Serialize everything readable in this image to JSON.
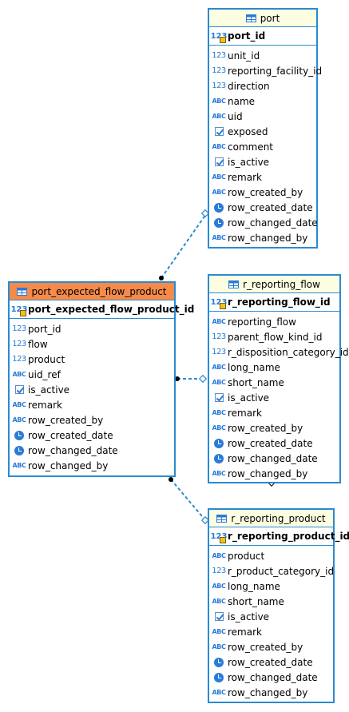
{
  "entities": [
    {
      "id": "port",
      "name": "port",
      "primary": false,
      "pk": "port_id",
      "columns": [
        {
          "name": "unit_id",
          "type": "num"
        },
        {
          "name": "reporting_facility_id",
          "type": "num"
        },
        {
          "name": "direction",
          "type": "num"
        },
        {
          "name": "name",
          "type": "abc"
        },
        {
          "name": "uid",
          "type": "abc"
        },
        {
          "name": "exposed",
          "type": "check"
        },
        {
          "name": "comment",
          "type": "abc"
        },
        {
          "name": "is_active",
          "type": "check"
        },
        {
          "name": "remark",
          "type": "abc"
        },
        {
          "name": "row_created_by",
          "type": "abc"
        },
        {
          "name": "row_created_date",
          "type": "clock"
        },
        {
          "name": "row_changed_date",
          "type": "clock"
        },
        {
          "name": "row_changed_by",
          "type": "abc"
        }
      ]
    },
    {
      "id": "port_expected_flow_product",
      "name": "port_expected_flow_product",
      "primary": true,
      "pk": "port_expected_flow_product_id",
      "columns": [
        {
          "name": "port_id",
          "type": "num"
        },
        {
          "name": "flow",
          "type": "num"
        },
        {
          "name": "product",
          "type": "num"
        },
        {
          "name": "uid_ref",
          "type": "abc"
        },
        {
          "name": "is_active",
          "type": "check"
        },
        {
          "name": "remark",
          "type": "abc"
        },
        {
          "name": "row_created_by",
          "type": "abc"
        },
        {
          "name": "row_created_date",
          "type": "clock"
        },
        {
          "name": "row_changed_date",
          "type": "clock"
        },
        {
          "name": "row_changed_by",
          "type": "abc"
        }
      ]
    },
    {
      "id": "r_reporting_flow",
      "name": "r_reporting_flow",
      "primary": false,
      "pk": "r_reporting_flow_id",
      "columns": [
        {
          "name": "reporting_flow",
          "type": "abc"
        },
        {
          "name": "parent_flow_kind_id",
          "type": "num"
        },
        {
          "name": "r_disposition_category_id",
          "type": "num"
        },
        {
          "name": "long_name",
          "type": "abc"
        },
        {
          "name": "short_name",
          "type": "abc"
        },
        {
          "name": "is_active",
          "type": "check"
        },
        {
          "name": "remark",
          "type": "abc"
        },
        {
          "name": "row_created_by",
          "type": "abc"
        },
        {
          "name": "row_created_date",
          "type": "clock"
        },
        {
          "name": "row_changed_date",
          "type": "clock"
        },
        {
          "name": "row_changed_by",
          "type": "abc"
        }
      ]
    },
    {
      "id": "r_reporting_product",
      "name": "r_reporting_product",
      "primary": false,
      "pk": "r_reporting_product_id",
      "columns": [
        {
          "name": "product",
          "type": "abc"
        },
        {
          "name": "r_product_category_id",
          "type": "num"
        },
        {
          "name": "long_name",
          "type": "abc"
        },
        {
          "name": "short_name",
          "type": "abc"
        },
        {
          "name": "is_active",
          "type": "check"
        },
        {
          "name": "remark",
          "type": "abc"
        },
        {
          "name": "row_created_by",
          "type": "abc"
        },
        {
          "name": "row_created_date",
          "type": "clock"
        },
        {
          "name": "row_changed_date",
          "type": "clock"
        },
        {
          "name": "row_changed_by",
          "type": "abc"
        }
      ]
    }
  ],
  "icons": {
    "num": "123",
    "abc": "ABC"
  },
  "colors": {
    "border": "#2a8bd1",
    "header": "#fdfde2",
    "primary_header": "#f58a4a",
    "icon": "#2a7bd6"
  },
  "relations": [
    {
      "from": "port_expected_flow_product",
      "to": "port"
    },
    {
      "from": "port_expected_flow_product",
      "to": "r_reporting_flow"
    },
    {
      "from": "port_expected_flow_product",
      "to": "r_reporting_product"
    }
  ]
}
